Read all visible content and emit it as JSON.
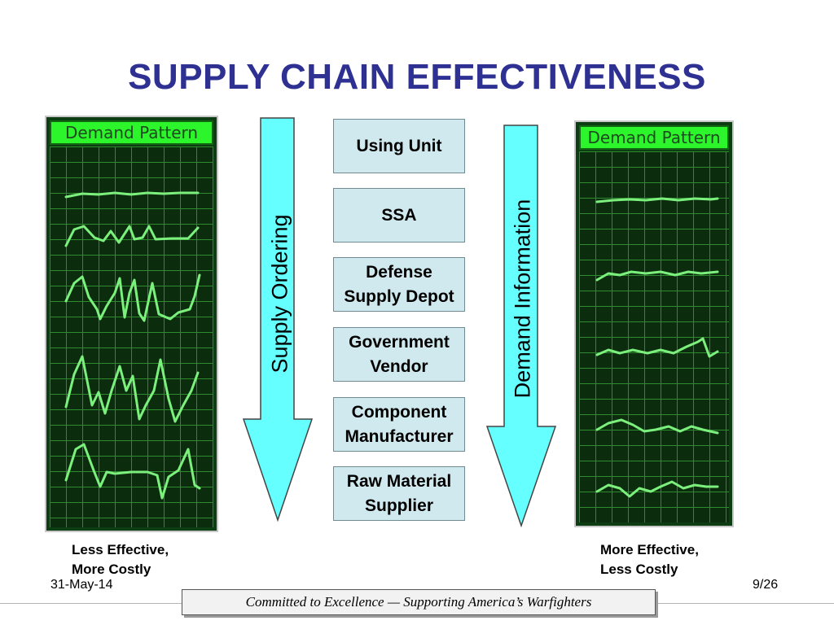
{
  "slide": {
    "title": "SUPPLY CHAIN EFFECTIVENESS",
    "left_panel": {
      "header": "Demand Pattern",
      "caption": "Less Effective,\nMore Costly"
    },
    "right_panel": {
      "header": "Demand Pattern",
      "caption": "More Effective,\nLess Costly"
    },
    "left_arrow_label": "Supply Ordering",
    "right_arrow_label": "Demand Information",
    "stages": [
      {
        "label": "Using Unit"
      },
      {
        "label": "SSA"
      },
      {
        "label": "Defense\nSupply Depot"
      },
      {
        "label": "Government\nVendor"
      },
      {
        "label": "Component\nManufacturer"
      },
      {
        "label": "Raw Material\nSupplier"
      }
    ],
    "colors": {
      "title": "#2E3192",
      "arrow_fill": "#66FFFF",
      "stage_fill": "#CFE9EF",
      "trace": "#7CF07C",
      "panel_header": "#2CF52C"
    }
  },
  "footer": {
    "date": "31-May-14",
    "page": "9/26",
    "motto": "Committed to Excellence — Supporting America’s Warfighters"
  }
}
